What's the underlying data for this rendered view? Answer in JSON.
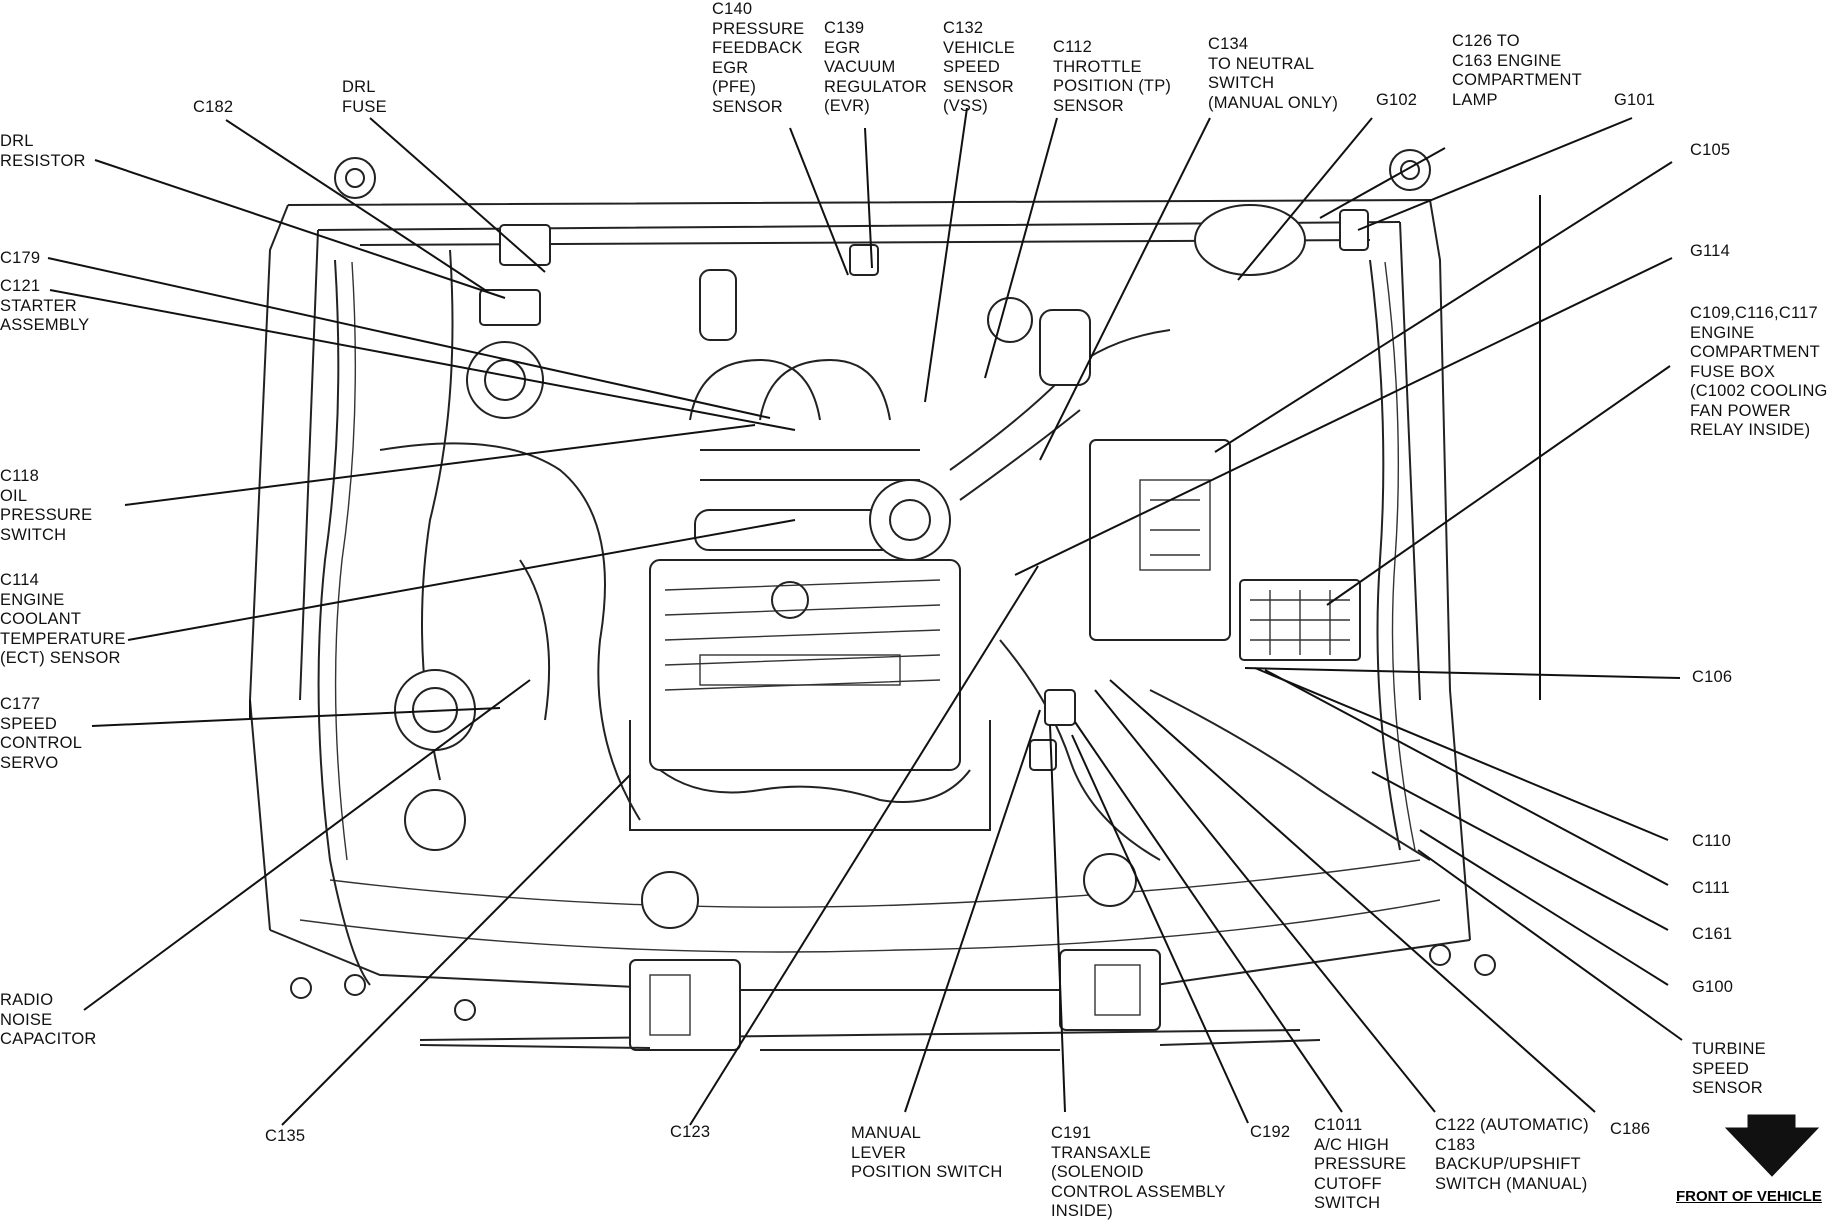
{
  "labels": {
    "drl_resistor": "DRL\nRESISTOR",
    "c182": "C182",
    "drl_fuse": "DRL\nFUSE",
    "c140": "C140\nPRESSURE\nFEEDBACK\nEGR\n(PFE)\nSENSOR",
    "c139": "C139\nEGR\nVACUUM\nREGULATOR\n(EVR)",
    "c132": "C132\nVEHICLE\nSPEED\nSENSOR\n(VSS)",
    "c112": "C112\nTHROTTLE\nPOSITION (TP)\nSENSOR",
    "c134": "C134\nTO NEUTRAL\nSWITCH\n(MANUAL ONLY)",
    "g102": "G102",
    "c126": "C126 TO\nC163 ENGINE\nCOMPARTMENT\nLAMP",
    "g101": "G101",
    "c105": "C105",
    "g114": "G114",
    "c109": "C109,C116,C117\nENGINE\nCOMPARTMENT\nFUSE BOX\n(C1002 COOLING\nFAN POWER\nRELAY INSIDE)",
    "c179": "C179",
    "c121": "C121\nSTARTER\nASSEMBLY",
    "c118": "C118\nOIL\nPRESSURE\nSWITCH",
    "c114": "C114\nENGINE\nCOOLANT\nTEMPERATURE\n(ECT) SENSOR",
    "c177": "C177\nSPEED\nCONTROL\nSERVO",
    "radio_cap": "RADIO\nNOISE\nCAPACITOR",
    "c135": "C135",
    "c123": "C123",
    "manual_lever": "MANUAL\nLEVER\nPOSITION SWITCH",
    "c191": "C191\nTRANSAXLE\n(SOLENOID\nCONTROL ASSEMBLY\nINSIDE)",
    "c192": "C192",
    "c1011": "C1011\nA/C HIGH\nPRESSURE\nCUTOFF\nSWITCH",
    "c122": "C122 (AUTOMATIC)\nC183\nBACKUP/UPSHIFT\nSWITCH (MANUAL)",
    "c186": "C186",
    "c106": "C106",
    "c110": "C110",
    "c111": "C111",
    "c161": "C161",
    "g100": "G100",
    "turbine": "TURBINE\nSPEED\nSENSOR",
    "front_of_vehicle": "FRONT OF VEHICLE"
  },
  "colors": {
    "ink": "#111111",
    "background": "#ffffff"
  },
  "icons": {
    "front_arrow": "down-arrow-icon"
  }
}
